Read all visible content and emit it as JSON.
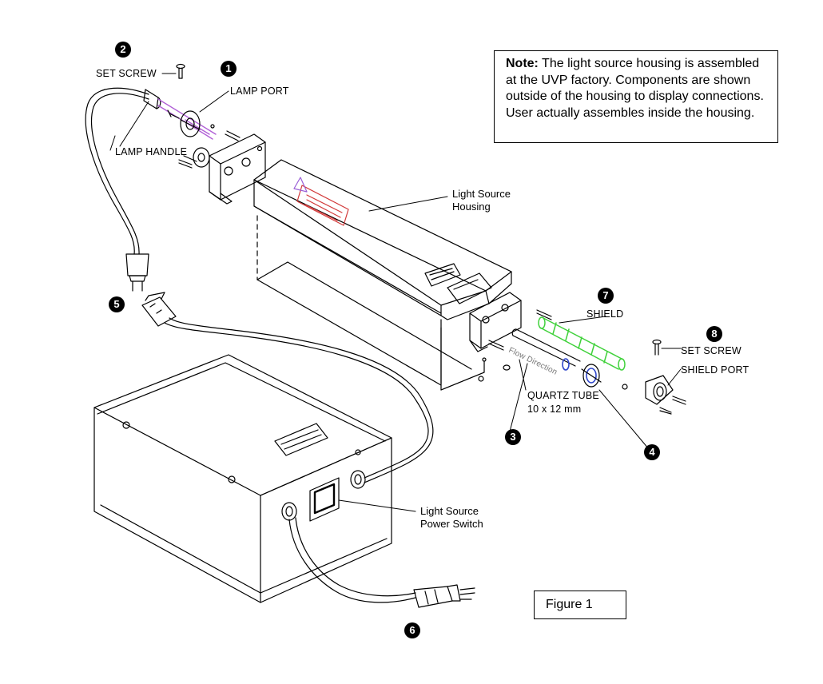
{
  "note": {
    "heading": "Note:",
    "body": "The light source housing is assembled at the UVP factory. Components are shown outside of the housing to display connections. User actually assembles inside the housing."
  },
  "figure_label": "Figure 1",
  "labels": {
    "set_screw_top": "SET SCREW",
    "lamp_port": "LAMP PORT",
    "lamp_handle": "LAMP HANDLE",
    "housing_line1": "Light Source",
    "housing_line2": "Housing",
    "shield": "SHIELD",
    "set_screw_right": "SET SCREW",
    "shield_port": "SHIELD PORT",
    "quartz_tube": "QUARTZ TUBE",
    "quartz_size": "10 x 12 mm",
    "flow_direction": "Flow Direction",
    "switch_line1": "Light Source",
    "switch_line2": "Power Switch"
  },
  "callouts": [
    "1",
    "2",
    "3",
    "4",
    "5",
    "6",
    "7",
    "8"
  ],
  "colors": {
    "lamp": "#b05fd6",
    "shield": "#3fd13a",
    "tube_ring": "#2e45c9",
    "line": "#000000"
  }
}
